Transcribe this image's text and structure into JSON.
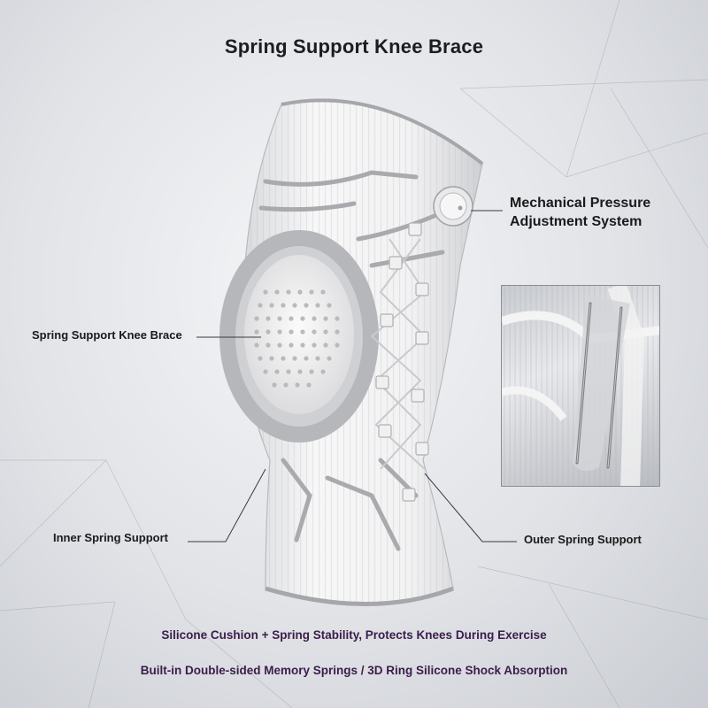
{
  "title": "Spring Support Knee Brace",
  "callouts": {
    "mechanical_line1": "Mechanical Pressure",
    "mechanical_line2": "Adjustment System",
    "spring_support": "Spring Support Knee Brace",
    "inner_spring": "Inner Spring Support",
    "outer_spring": "Outer Spring Support"
  },
  "bottom_text": {
    "line1": "Silicone Cushion + Spring Stability, Protects Knees During Exercise",
    "line2": "Built-in Double-sided Memory Springs / 3D Ring Silicone Shock Absorption"
  },
  "colors": {
    "fabric": "#f3f3f4",
    "accent_gray": "#a9aaad",
    "title_text": "#1d1d1f",
    "bottom_text": "#3a1d4a"
  }
}
